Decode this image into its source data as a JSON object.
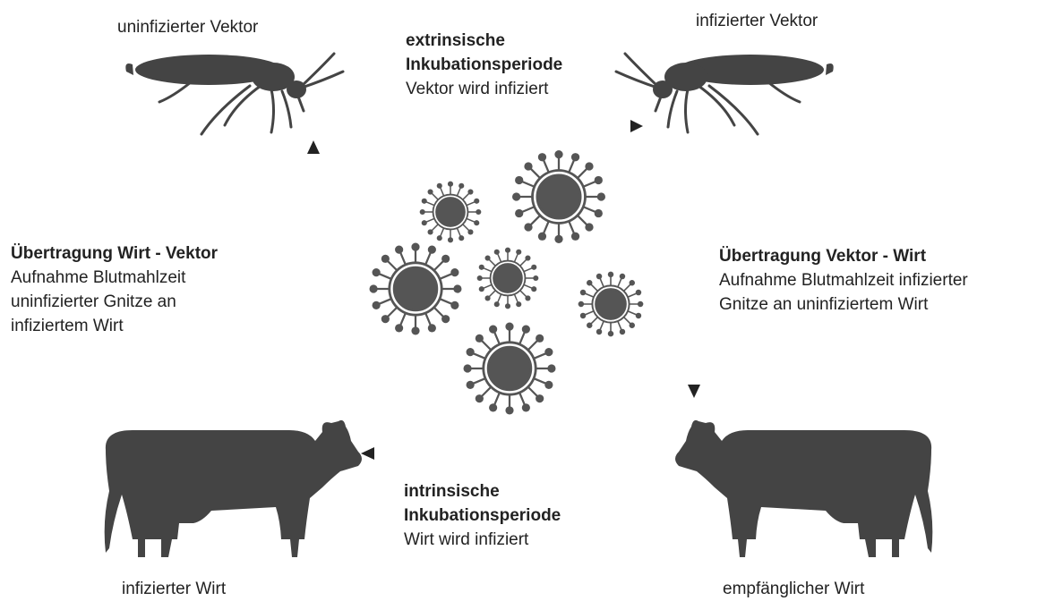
{
  "labels": {
    "uninfected_vector": "uninfizierter Vektor",
    "infected_vector": "infizierter Vektor",
    "infected_host": "infizierter Wirt",
    "susceptible_host": "empfänglicher Wirt"
  },
  "extrinsic": {
    "title_1": "extrinsische",
    "title_2": "Inkubationsperiode",
    "text": "Vektor wird infiziert"
  },
  "intrinsic": {
    "title_1": "intrinsische",
    "title_2": "Inkubationsperiode",
    "text": "Wirt wird infiziert"
  },
  "host_to_vector": {
    "title": "Übertragung Wirt - Vektor",
    "lines": [
      "Aufnahme Blutmahlzeit",
      "uninfizierter Gnitze an",
      "infiziertem Wirt"
    ]
  },
  "vector_to_host": {
    "title": "Übertragung Vektor - Wirt",
    "lines": [
      "Aufnahme Blutmahlzeit infizierter",
      "Gnitze an uninfiziertem Wirt"
    ]
  },
  "colors": {
    "silhouette": "#444444",
    "arrow": "#222222",
    "virus_core": "#555555"
  },
  "icons": [
    "midge-icon",
    "cow-icon",
    "virus-icon"
  ]
}
